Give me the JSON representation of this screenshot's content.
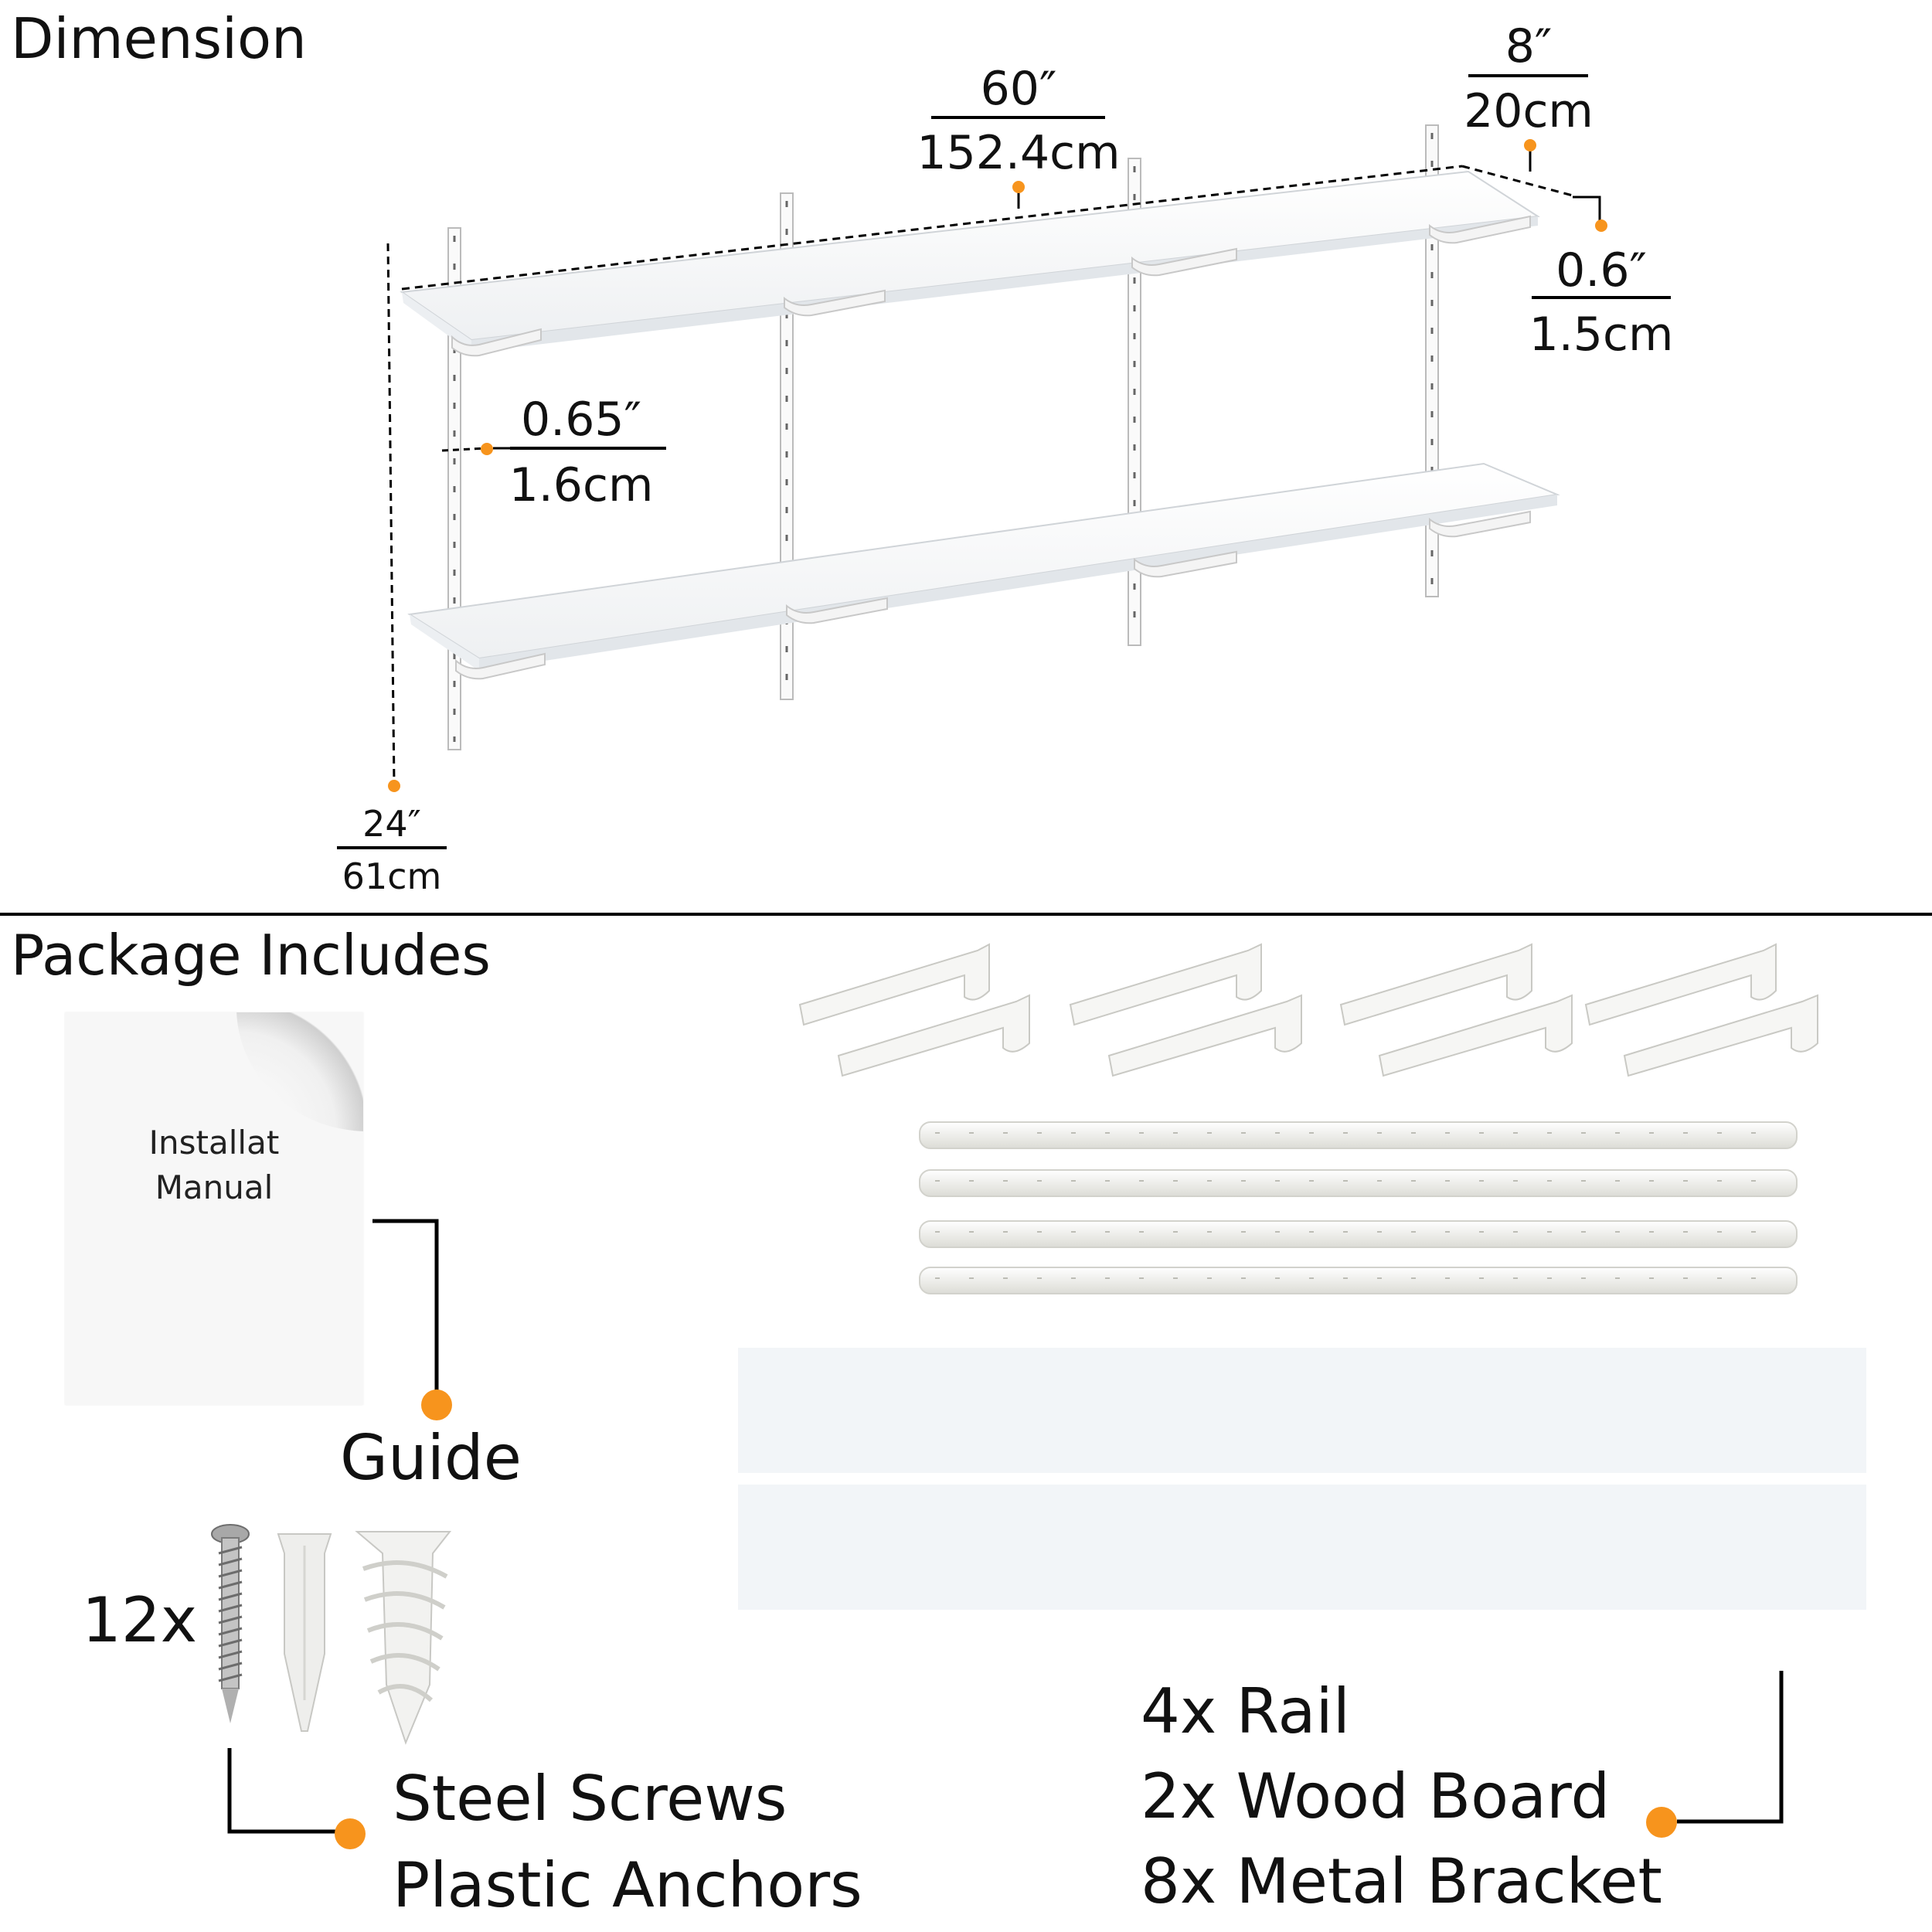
{
  "sections": {
    "dimension_title": "Dimension",
    "package_title": "Package Includes"
  },
  "dimensions": {
    "length": {
      "in": "60″",
      "cm": "152.4cm"
    },
    "depth": {
      "in": "8″",
      "cm": "20cm"
    },
    "thickness": {
      "in": "0.6″",
      "cm": "1.5cm"
    },
    "rail_gap": {
      "in": "0.65″",
      "cm": "1.6cm"
    },
    "height": {
      "in": "24″",
      "cm": "61cm"
    }
  },
  "package": {
    "manual_text": [
      "Installat",
      "Manual"
    ],
    "guide_label": "Guide",
    "screws_count": "12x",
    "screws_lines": [
      "Steel Screws",
      "Plastic Anchors"
    ],
    "hardware_lines": [
      "4x Rail",
      "2x Wood Board",
      "8x Metal Bracket"
    ]
  },
  "colors": {
    "accent_dot": "#F7941D",
    "line": "#000000",
    "board": "#F2F5F8"
  },
  "counts": {
    "brackets": 8,
    "rails": 4,
    "boards": 2
  }
}
